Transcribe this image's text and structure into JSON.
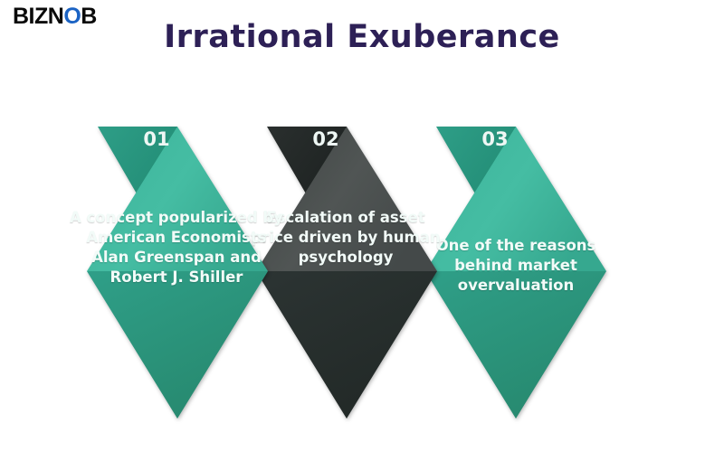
{
  "brand": {
    "logo_prefix": "BIZN",
    "logo_accent": "O",
    "logo_suffix": "B",
    "accent_color": "#1b63c4"
  },
  "header": {
    "title": "Irrational Exuberance",
    "title_color": "#2d2056"
  },
  "theme": {
    "teal_light": "#41b79d",
    "teal_dark": "#2c9a82",
    "teal_badge": "#2a9581",
    "charcoal_light": "#4c5150",
    "charcoal_dark": "#293130",
    "charcoal_badge": "#232827",
    "text_color": "#f2fbf8",
    "background": "#ffffff"
  },
  "steps": [
    {
      "number": "01",
      "text": "A concept popularized by American Economists Alan Greenspan and Robert J. Shiller",
      "color_scheme": "teal"
    },
    {
      "number": "02",
      "text": "Escalation of asset price driven by human psychology",
      "color_scheme": "charcoal"
    },
    {
      "number": "03",
      "text": "One of the reasons behind market overvaluation",
      "color_scheme": "teal"
    }
  ]
}
